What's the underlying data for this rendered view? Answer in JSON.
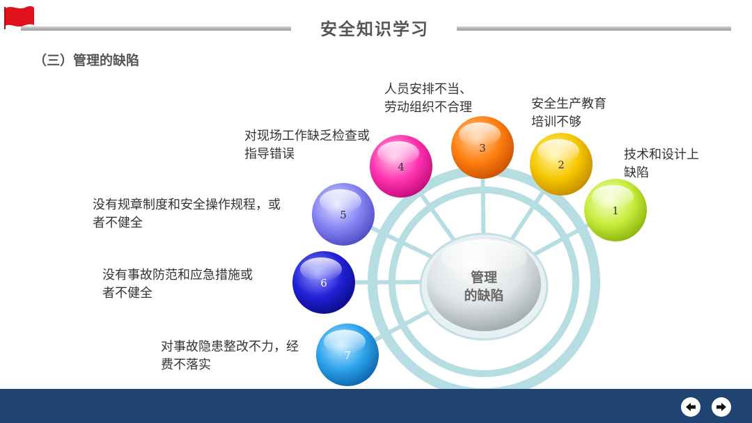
{
  "header": {
    "title": "安全知识学习"
  },
  "section": {
    "title": "（三）管理的缺陷"
  },
  "diagram": {
    "center_line1": "管理",
    "center_line2": "的缺陷",
    "items": [
      {
        "number": "1",
        "label_lines": [
          "技术和设计上",
          "缺陷"
        ]
      },
      {
        "number": "2",
        "label_lines": [
          "安全生产教育",
          "培训不够"
        ]
      },
      {
        "number": "3",
        "label_lines": [
          "人员安排不当、",
          "劳动组织不合理"
        ]
      },
      {
        "number": "4",
        "label_lines": [
          "对现场工作缺乏检查或",
          "指导错误"
        ]
      },
      {
        "number": "5",
        "label_lines": [
          "没有规章制度和安全操作规程，或",
          "者不健全"
        ]
      },
      {
        "number": "6",
        "label_lines": [
          "没有事故防范和应急措施或",
          "者不健全"
        ]
      },
      {
        "number": "7",
        "label_lines": [
          "对事故隐患整改不力，经",
          "费不落实"
        ]
      }
    ]
  },
  "footer": {
    "prev_icon": "arrow-left-icon",
    "next_icon": "arrow-right-icon"
  },
  "colors": {
    "footer": "#1f4472",
    "ring": "#b6dde2",
    "item1": "#c8ec3c",
    "item2": "#f6c700",
    "item3": "#ff7f10",
    "item4": "#ff33b0",
    "item5": "#7f7ff4",
    "item6": "#2222d8",
    "item7": "#2ea4ec"
  }
}
